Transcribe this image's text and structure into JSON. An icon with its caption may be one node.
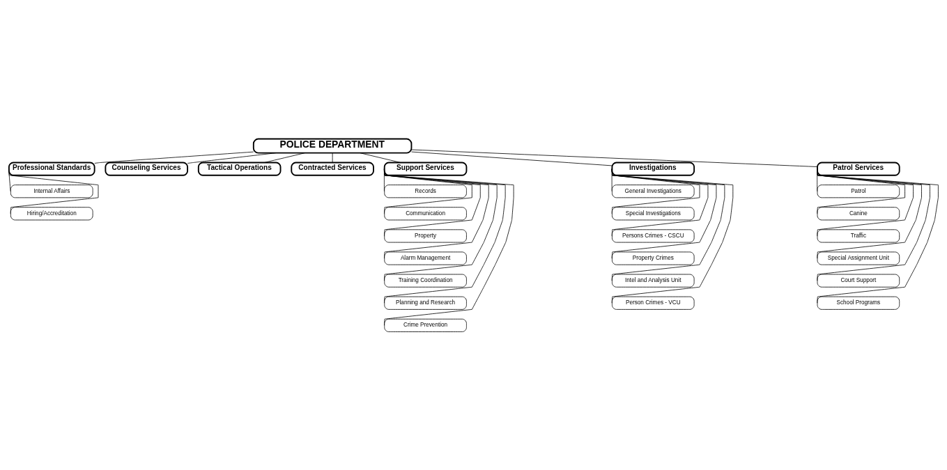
{
  "diagram": {
    "nodes": [
      {
        "text": [
          "POLICE DEPARTMENT"
        ]
      },
      {
        "text": [
          "Professional Standards"
        ]
      },
      {
        "text": [
          "Internal Affairs"
        ]
      },
      {
        "text": [
          "Hiring/Accreditation"
        ]
      },
      {
        "text": [
          "Counseling Services"
        ]
      },
      {
        "text": [
          "Tactical Operations"
        ]
      },
      {
        "text": [
          "Contracted Services"
        ]
      },
      {
        "text": [
          "Support Services"
        ]
      },
      {
        "text": [
          "Records"
        ]
      },
      {
        "text": [
          "Communication"
        ]
      },
      {
        "text": [
          "Property"
        ]
      },
      {
        "text": [
          "Alarm Management"
        ]
      },
      {
        "text": [
          "Training Coordination"
        ]
      },
      {
        "text": [
          "Planning and Research"
        ]
      },
      {
        "text": [
          "Crime Prevention"
        ]
      },
      {
        "text": [
          "Investigations"
        ]
      },
      {
        "text": [
          "General Investigations"
        ]
      },
      {
        "text": [
          "Special Investigations"
        ]
      },
      {
        "text": [
          "Persons Crimes - CSCU"
        ]
      },
      {
        "text": [
          "Property Crimes"
        ]
      },
      {
        "text": [
          "Intel and Analysis Unit"
        ]
      },
      {
        "text": [
          "Person Crimes - VCU"
        ]
      },
      {
        "text": [
          "Patrol Services"
        ]
      },
      {
        "text": [
          "Patrol"
        ]
      },
      {
        "text": [
          "Canine"
        ]
      },
      {
        "text": [
          "Traffic"
        ]
      },
      {
        "text": [
          "Special Assignment Unit"
        ]
      },
      {
        "text": [
          "Court Support"
        ]
      },
      {
        "text": [
          "School Programs"
        ]
      }
    ],
    "edges": [
      {
        "from": 0,
        "to": 1,
        "arrow": "none"
      },
      {
        "from": 0,
        "to": 4,
        "arrow": "none"
      },
      {
        "from": 0,
        "to": 5,
        "arrow": "none"
      },
      {
        "from": 0,
        "to": 6,
        "arrow": "none"
      },
      {
        "from": 0,
        "to": 7,
        "arrow": "none"
      },
      {
        "from": 0,
        "to": 15,
        "arrow": "none"
      },
      {
        "from": 0,
        "to": 22,
        "arrow": "none"
      },
      {
        "from": 1,
        "to": 2,
        "arrow": "none"
      },
      {
        "from": 1,
        "to": 3,
        "arrow": "none"
      },
      {
        "from": 7,
        "to": 8,
        "arrow": "none"
      },
      {
        "from": 7,
        "to": 9,
        "arrow": "none"
      },
      {
        "from": 7,
        "to": 10,
        "arrow": "none"
      },
      {
        "from": 7,
        "to": 11,
        "arrow": "none"
      },
      {
        "from": 7,
        "to": 12,
        "arrow": "none"
      },
      {
        "from": 7,
        "to": 13,
        "arrow": "none"
      },
      {
        "from": 7,
        "to": 14,
        "arrow": "none"
      },
      {
        "from": 15,
        "to": 16,
        "arrow": "none"
      },
      {
        "from": 15,
        "to": 17,
        "arrow": "none"
      },
      {
        "from": 15,
        "to": 18,
        "arrow": "none"
      },
      {
        "from": 15,
        "to": 19,
        "arrow": "none"
      },
      {
        "from": 15,
        "to": 20,
        "arrow": "none"
      },
      {
        "from": 15,
        "to": 21,
        "arrow": "none"
      },
      {
        "from": 22,
        "to": 23,
        "arrow": "none"
      },
      {
        "from": 22,
        "to": 24,
        "arrow": "none"
      },
      {
        "from": 22,
        "to": 25,
        "arrow": "none"
      },
      {
        "from": 22,
        "to": 26,
        "arrow": "none"
      },
      {
        "from": 22,
        "to": 27,
        "arrow": "none"
      },
      {
        "from": 22,
        "to": 28,
        "arrow": "none"
      }
    ]
  }
}
